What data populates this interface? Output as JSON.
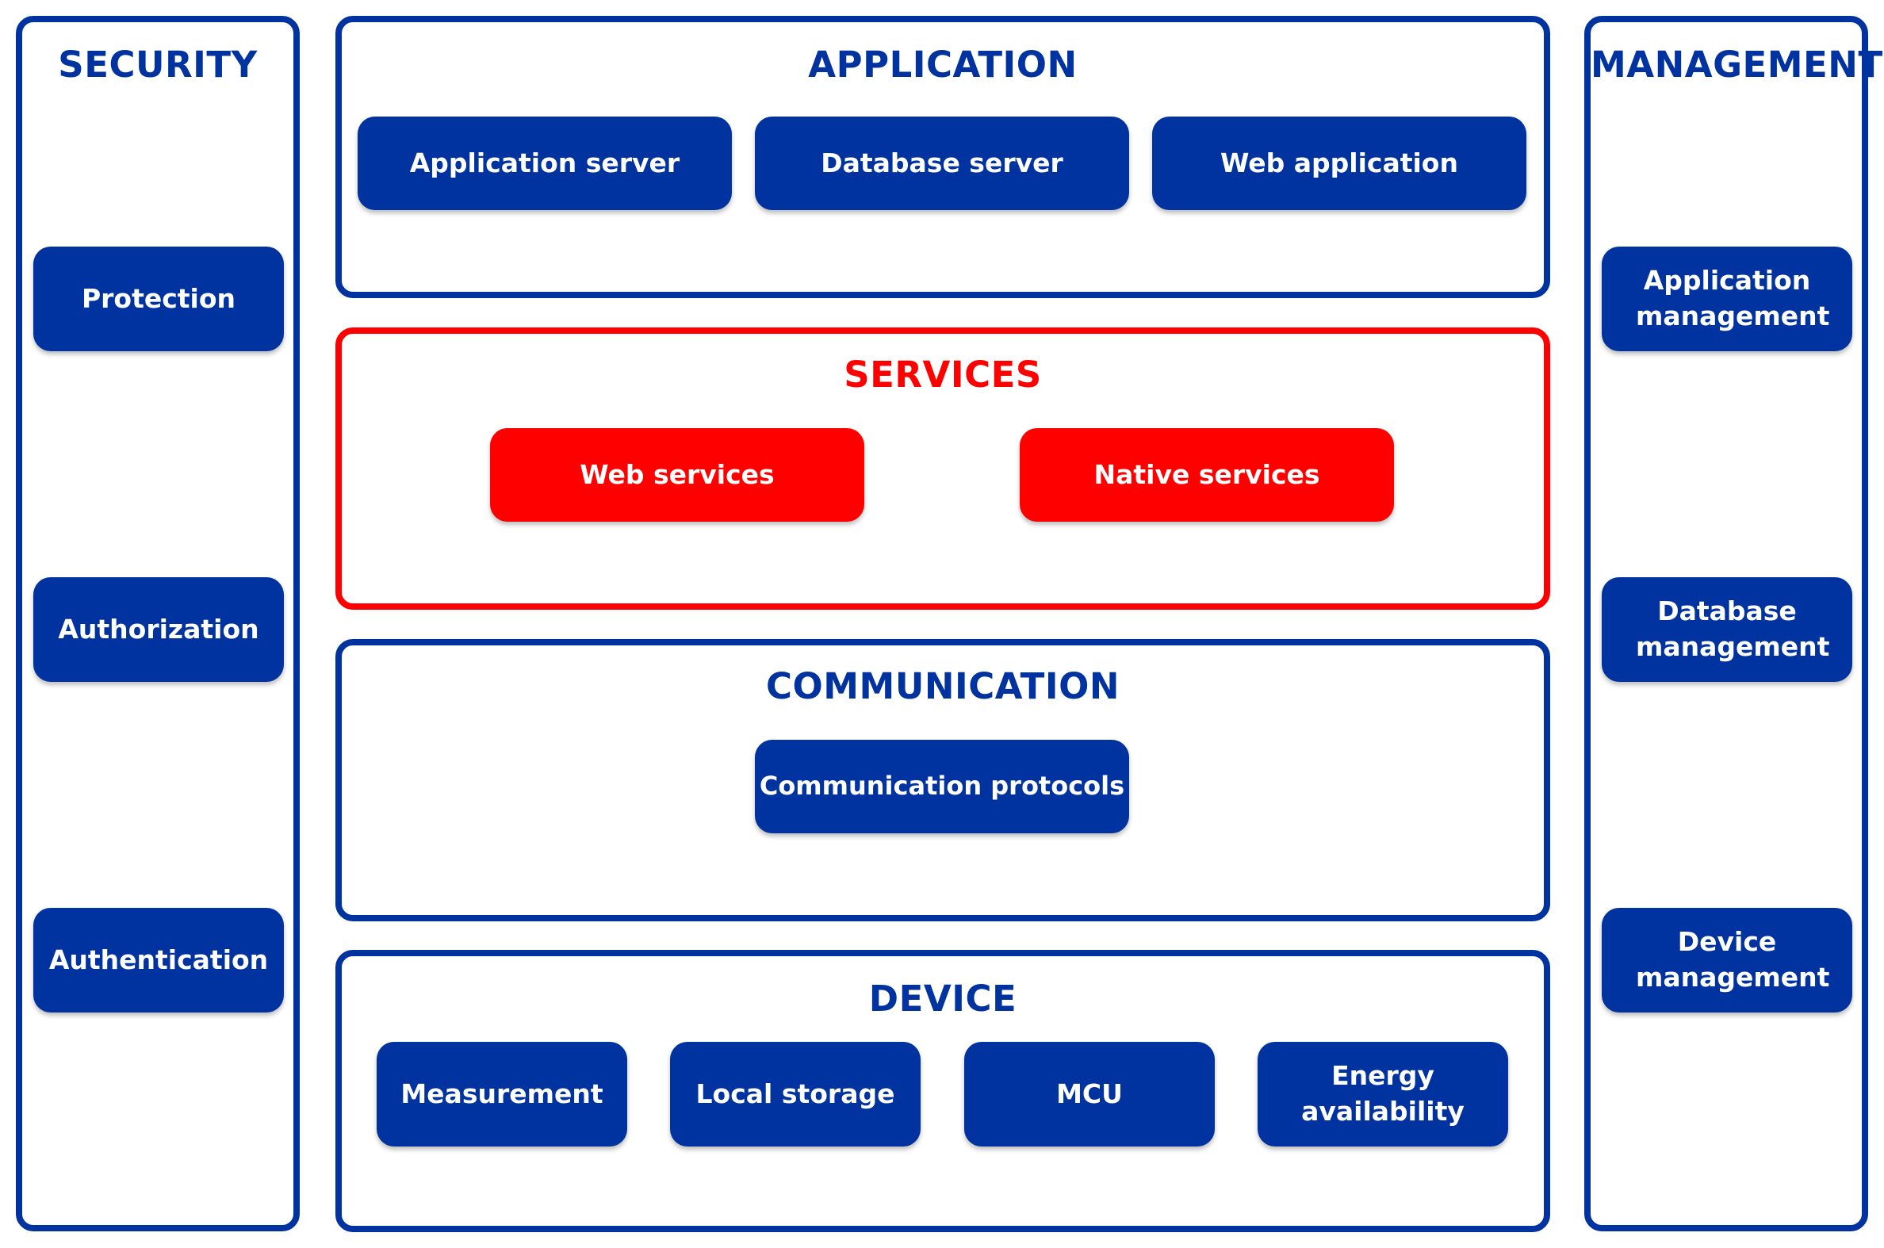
{
  "security": {
    "title": "SECURITY",
    "items": [
      "Protection",
      "Authorization",
      "Authentication"
    ]
  },
  "management": {
    "title": "MANAGEMENT",
    "items": [
      "Application management",
      "Database management",
      "Device management"
    ]
  },
  "application": {
    "title": "APPLICATION",
    "items": [
      "Application server",
      "Database server",
      "Web application"
    ]
  },
  "services": {
    "title": "SERVICES",
    "items": [
      "Web services",
      "Native services"
    ]
  },
  "communication": {
    "title": "COMMUNICATION",
    "items": [
      "Communication protocols"
    ]
  },
  "device": {
    "title": "DEVICE",
    "items": [
      "Measurement",
      "Local storage",
      "MCU",
      "Energy availability"
    ]
  },
  "colors": {
    "primary": "#0033a0",
    "accent": "#ff0000",
    "background": "#ffffff"
  }
}
